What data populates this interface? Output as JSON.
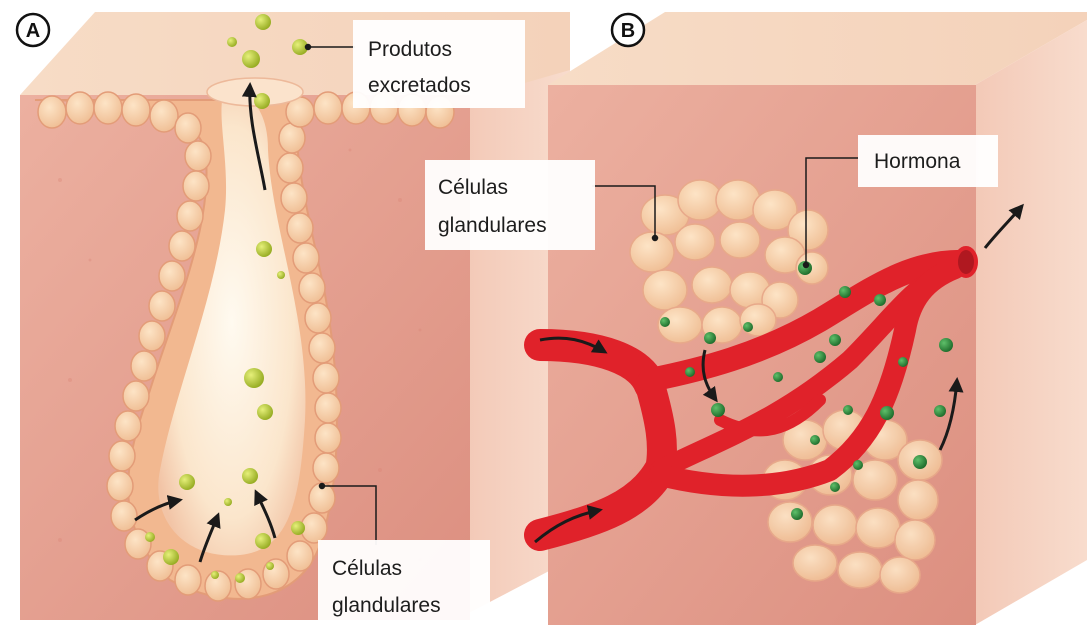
{
  "panels": {
    "a": {
      "badge": "A",
      "label_products_line1": "Produtos",
      "label_products_line2": "excretados",
      "label_cells_line1": "Células",
      "label_cells_line2": "glandulares"
    },
    "b": {
      "badge": "B",
      "label_cells_line1": "Células",
      "label_cells_line2": "glandulares",
      "label_hormone": "Hormona"
    }
  },
  "colors": {
    "tissue": "#e6a293",
    "tissue_side": "#f0c4b3",
    "tissue_top": "#f6dcc8",
    "cell": "#f6cfa6",
    "cell_border": "#e8a98a",
    "lumen": "#fff3e2",
    "vessel": "#e0222a",
    "granule_yellow": "#b7cc3c",
    "granule_green": "#2e8a3e"
  }
}
